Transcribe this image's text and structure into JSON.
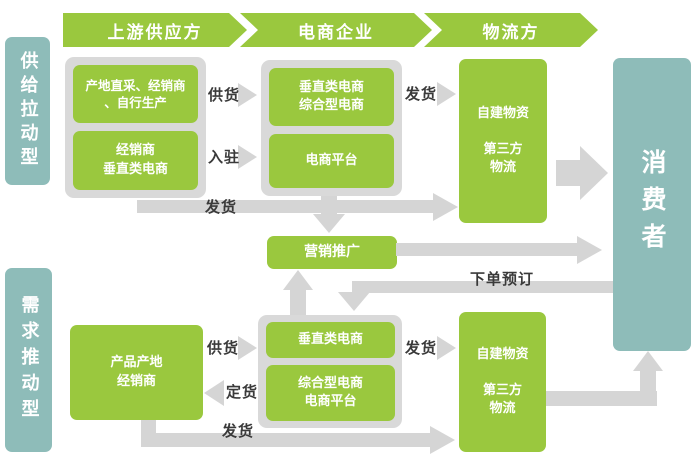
{
  "banner": {
    "segments": [
      {
        "label": "上游供应方"
      },
      {
        "label": "电商企业"
      },
      {
        "label": "物流方"
      }
    ]
  },
  "side_labels": {
    "supply_pull": "供给拉动型",
    "demand_push": "需求推动型"
  },
  "supply_flow": {
    "source_box_1": "产地直采、经销商\n、自行生产",
    "source_box_2": "经销商\n垂直类电商",
    "ecommerce_box_1": "垂直类电商\n综合型电商",
    "ecommerce_box_2": "电商平台",
    "logistics_box": "自建物资\n\n第三方\n物流",
    "label_supply": "供货",
    "label_enter": "入驻",
    "label_ship_long": "发货",
    "label_ship": "发货"
  },
  "middle": {
    "marketing_box": "营销推广",
    "order_label": "下单预订"
  },
  "demand_flow": {
    "producer_box": "产品产地\n经销商",
    "ecommerce_box_1": "垂直类电商",
    "ecommerce_box_2": "综合型电商\n电商平台",
    "logistics_box": "自建物资\n\n第三方\n物流",
    "label_supply": "供货",
    "label_order": "定货",
    "label_ship_long": "发货",
    "label_ship": "发货"
  },
  "consumer": {
    "label": "消费者"
  },
  "colors": {
    "green": "#9ac83e",
    "teal": "#8ebcb9",
    "container_gray": "#d9d9d9",
    "arrow_gray": "#d5d5d5",
    "label_text": "#3a3a3a"
  }
}
